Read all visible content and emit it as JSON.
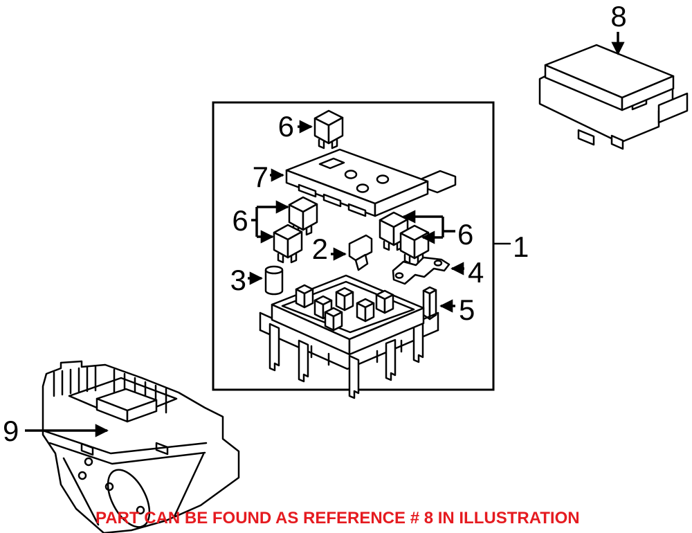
{
  "diagram": {
    "background_color": "#ffffff",
    "line_color": "#000000",
    "description": "fuse-box-parts-illustration"
  },
  "callouts": {
    "c1": "1",
    "c2": "2",
    "c3": "3",
    "c4": "4",
    "c5": "5",
    "c6_top": "6",
    "c6_left": "6",
    "c6_right": "6",
    "c7": "7",
    "c8": "8",
    "c9": "9"
  },
  "notice": {
    "text": "PART CAN BE FOUND AS REFERENCE # 8 IN ILLUSTRATION",
    "color": "#e51b20"
  }
}
